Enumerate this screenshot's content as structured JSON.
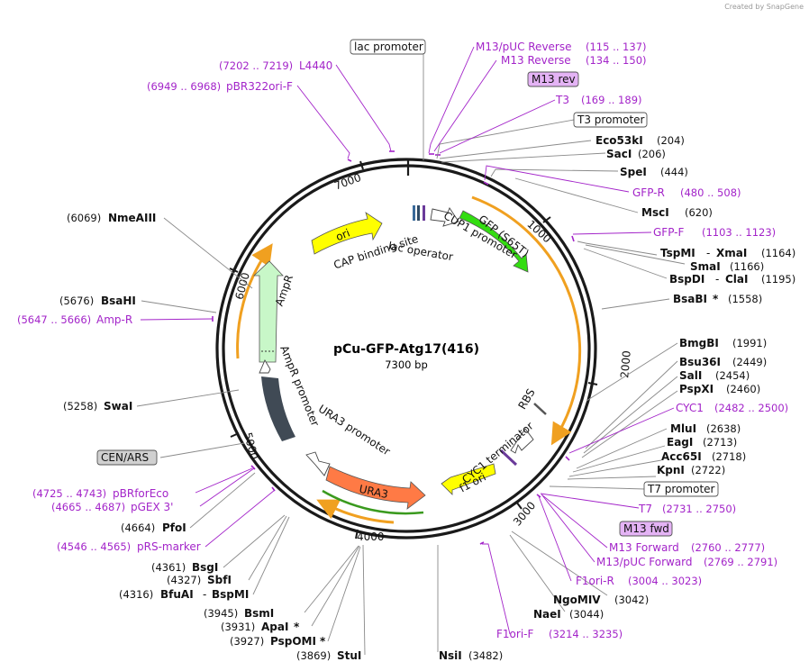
{
  "credit": "Created by SnapGene",
  "plasmid": {
    "name": "pCu-GFP-Atg17(416)",
    "size": "7300 bp"
  },
  "ticks": [
    "1000",
    "2000",
    "3000",
    "4000",
    "5000",
    "6000",
    "7000"
  ],
  "boxed": {
    "lac_promoter": "lac promoter",
    "m13_rev": "M13 rev",
    "t3_promoter": "T3 promoter",
    "t7_promoter": "T7 promoter",
    "m13_fwd": "M13 fwd",
    "cen_ars": "CEN/ARS"
  },
  "features": {
    "ori": "ori",
    "gfp": "GFP (S65T)",
    "ampr": "AmpR",
    "ampr_promoter": "AmpR promoter",
    "ura3_promoter": "URA3 promoter",
    "ura3": "URA3",
    "cyc1_terminator": "CYC1 terminator",
    "f1_ori": "f1 ori",
    "rbs": "RBS",
    "cup1_promoter": "CUP1 promoter",
    "lac_operator": "lac operator",
    "cap_site": "CAP binding site"
  },
  "labels": {
    "m13puc_rev": "M13/pUC Reverse",
    "m13puc_rev_pos": "(115 .. 137)",
    "m13_reverse": "M13 Reverse",
    "m13_reverse_pos": "(134 .. 150)",
    "t3": "T3",
    "t3_pos": "(169 .. 189)",
    "eco53ki": "Eco53kI",
    "eco53ki_pos": "(204)",
    "saci": "SacI",
    "saci_pos": "(206)",
    "spei": "SpeI",
    "spei_pos": "(444)",
    "gfpr": "GFP-R",
    "gfpr_pos": "(480 .. 508)",
    "msci": "MscI",
    "msci_pos": "(620)",
    "gfpf": "GFP-F",
    "gfpf_pos": "(1103 .. 1123)",
    "tspmi": "TspMI",
    "sep_dash": "-",
    "xmai": "XmaI",
    "tspmi_pos": "(1164)",
    "smai": "SmaI",
    "smai_pos": "(1166)",
    "bspdi": "BspDI",
    "clai": "ClaI",
    "bspdi_pos": "(1195)",
    "bsabi": "BsaBI",
    "star": "*",
    "bsabi_pos": "(1558)",
    "bmgbi": "BmgBI",
    "bmgbi_pos": "(1991)",
    "bsu36i": "Bsu36I",
    "bsu36i_pos": "(2449)",
    "sali": "SalI",
    "sali_pos": "(2454)",
    "pspxi": "PspXI",
    "pspxi_pos": "(2460)",
    "cyc1": "CYC1",
    "cyc1_pos": "(2482 .. 2500)",
    "mlui": "MluI",
    "mlui_pos": "(2638)",
    "eagi": "EagI",
    "eagi_pos": "(2713)",
    "acc65i": "Acc65I",
    "acc65i_pos": "(2718)",
    "kpni": "KpnI",
    "kpni_pos": "(2722)",
    "t7": "T7",
    "t7_pos": "(2731 .. 2750)",
    "m13_forward": "M13 Forward",
    "m13_forward_pos": "(2760 .. 2777)",
    "m13puc_fwd": "M13/pUC Forward",
    "m13puc_fwd_pos": "(2769 .. 2791)",
    "f1orir": "F1ori-R",
    "f1orir_pos": "(3004 .. 3023)",
    "ngomiv": "NgoMIV",
    "ngomiv_pos": "(3042)",
    "naei": "NaeI",
    "naei_pos": "(3044)",
    "f1orif": "F1ori-F",
    "f1orif_pos": "(3214 .. 3235)",
    "nsii": "NsiI",
    "nsii_pos": "(3482)",
    "stui": "StuI",
    "stui_pos": "(3869)",
    "pspomi": "PspOMI",
    "pspomi_pos": "(3927)",
    "apai": "ApaI",
    "apai_pos": "(3931)",
    "bsmi": "BsmI",
    "bsmi_pos": "(3945)",
    "bfuai": "BfuAI",
    "bspmi": "BspMI",
    "bfuai_pos": "(4316)",
    "sbfi": "SbfI",
    "sbfi_pos": "(4327)",
    "bsgi": "BsgI",
    "bsgi_pos": "(4361)",
    "prsmarker": "pRS-marker",
    "prsmarker_pos": "(4546 .. 4565)",
    "pfoi": "PfoI",
    "pfoi_pos": "(4664)",
    "pgex3": "pGEX 3'",
    "pgex3_pos": "(4665 .. 4687)",
    "pbrforeco": "pBRforEco",
    "pbrforeco_pos": "(4725 .. 4743)",
    "swai": "SwaI",
    "swai_pos": "(5258)",
    "ampr_primer": "Amp-R",
    "ampr_primer_pos": "(5647 .. 5666)",
    "bsahi": "BsaHI",
    "bsahi_pos": "(5676)",
    "nmeaiii": "NmeAIII",
    "nmeaiii_pos": "(6069)",
    "pbr322": "pBR322ori-F",
    "pbr322_pos": "(6949 .. 6968)",
    "l4440": "L4440",
    "l4440_pos": "(7202 .. 7219)"
  },
  "colors": {
    "backbone": "#1a1a1a",
    "primer": "#a324c9",
    "ori": "#ffff00",
    "gfp": "#33dd11",
    "ampr": "#c8f7c8",
    "ura3": "#ff7a45",
    "promoter_dark": "#404a55",
    "f1ori": "#ffff00",
    "orf_arc": "#f0a020"
  }
}
